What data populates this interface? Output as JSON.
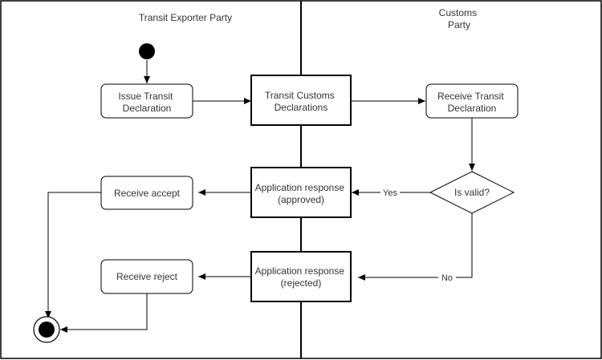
{
  "swimlanes": [
    {
      "id": "exporter",
      "label_lines": [
        "Transit Exporter Party"
      ]
    },
    {
      "id": "customs",
      "label_lines": [
        "Customs",
        "Party"
      ]
    }
  ],
  "nodes": {
    "issue": {
      "lines": [
        "Issue Transit",
        "Declaration"
      ]
    },
    "transit_customs": {
      "lines": [
        "Transit Customs",
        "Declarations"
      ]
    },
    "receive_transit": {
      "lines": [
        "Receive Transit",
        "Declaration"
      ]
    },
    "is_valid": {
      "lines": [
        "Is valid?"
      ]
    },
    "app_approved": {
      "lines": [
        "Application response",
        "(approved)"
      ]
    },
    "app_rejected": {
      "lines": [
        "Application response",
        "(rejected)"
      ]
    },
    "receive_accept": {
      "lines": [
        "Receive accept"
      ]
    },
    "receive_reject": {
      "lines": [
        "Receive reject"
      ]
    }
  },
  "edge_labels": {
    "yes": "Yes",
    "no": "No"
  },
  "colors": {
    "stroke": "#000000",
    "text": "#333333",
    "fill": "#ffffff"
  }
}
